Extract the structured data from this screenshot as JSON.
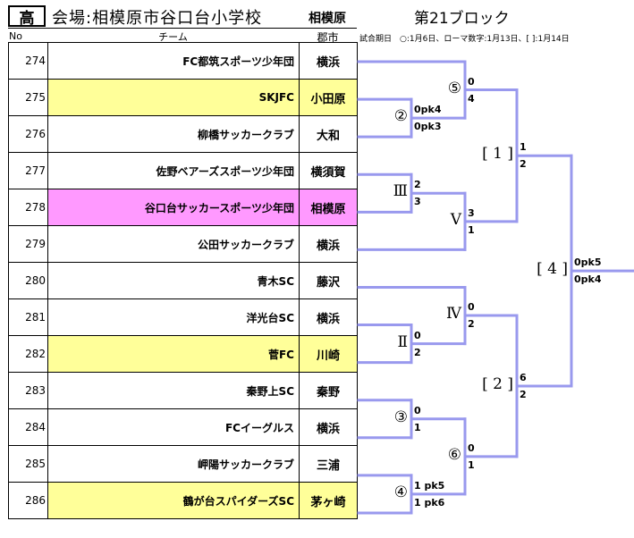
{
  "header": {
    "division_badge": "高",
    "venue": "会場:相模原市谷口台小学校",
    "venue_city": "相模原",
    "block_title": "第21ブロック",
    "schedule_note": "試合期日　○:1月6日、ローマ数字:1月13日、[ ]:1月14日"
  },
  "table": {
    "columns": {
      "no": "No",
      "team": "チーム",
      "city": "郡市"
    },
    "rows": [
      {
        "no": "274",
        "team": "FC都筑スポーツ少年団",
        "city": "横浜",
        "highlight": ""
      },
      {
        "no": "275",
        "team": "SKJFC",
        "city": "小田原",
        "highlight": "yellow"
      },
      {
        "no": "276",
        "team": "柳橋サッカークラブ",
        "city": "大和",
        "highlight": ""
      },
      {
        "no": "277",
        "team": "佐野ベアーズスポーツ少年団",
        "city": "横須賀",
        "highlight": ""
      },
      {
        "no": "278",
        "team": "谷口台サッカースポーツ少年団",
        "city": "相模原",
        "highlight": "pink"
      },
      {
        "no": "279",
        "team": "公田サッカークラブ",
        "city": "横浜",
        "highlight": ""
      },
      {
        "no": "280",
        "team": "青木SC",
        "city": "藤沢",
        "highlight": ""
      },
      {
        "no": "281",
        "team": "洋光台SC",
        "city": "横浜",
        "highlight": ""
      },
      {
        "no": "282",
        "team": "菅FC",
        "city": "川崎",
        "highlight": "yellow"
      },
      {
        "no": "283",
        "team": "秦野上SC",
        "city": "秦野",
        "highlight": ""
      },
      {
        "no": "284",
        "team": "FCイーグルス",
        "city": "横浜",
        "highlight": ""
      },
      {
        "no": "285",
        "team": "岬陽サッカークラブ",
        "city": "三浦",
        "highlight": ""
      },
      {
        "no": "286",
        "team": "鶴が台スパイダーズSC",
        "city": "茅ヶ崎",
        "highlight": "yellow"
      }
    ]
  },
  "bracket": {
    "line_color": "#9999ee",
    "matches": [
      {
        "id": "m2",
        "label": "②",
        "score_top": "0pk4",
        "score_bottom": "0pk3"
      },
      {
        "id": "m5",
        "label": "⑤",
        "score_top": "0",
        "score_bottom": "4"
      },
      {
        "id": "m3r",
        "label": "Ⅲ",
        "score_top": "2",
        "score_bottom": "3"
      },
      {
        "id": "m5r",
        "label": "Ⅴ",
        "score_top": "3",
        "score_bottom": "1"
      },
      {
        "id": "b1",
        "label": "[ 1 ]",
        "score_top": "1",
        "score_bottom": "2"
      },
      {
        "id": "m4r",
        "label": "Ⅳ",
        "score_top": "0",
        "score_bottom": "2"
      },
      {
        "id": "m2r",
        "label": "Ⅱ",
        "score_top": "0",
        "score_bottom": "2"
      },
      {
        "id": "b2",
        "label": "[ 2 ]",
        "score_top": "6",
        "score_bottom": "2"
      },
      {
        "id": "m3",
        "label": "③",
        "score_top": "0",
        "score_bottom": "1"
      },
      {
        "id": "m6",
        "label": "⑥",
        "score_top": "0",
        "score_bottom": "1"
      },
      {
        "id": "m4",
        "label": "④",
        "score_top": "1 pk5",
        "score_bottom": "1 pk6"
      },
      {
        "id": "b4",
        "label": "[ 4 ]",
        "score_top": "0pk5",
        "score_bottom": "0pk4"
      }
    ]
  }
}
